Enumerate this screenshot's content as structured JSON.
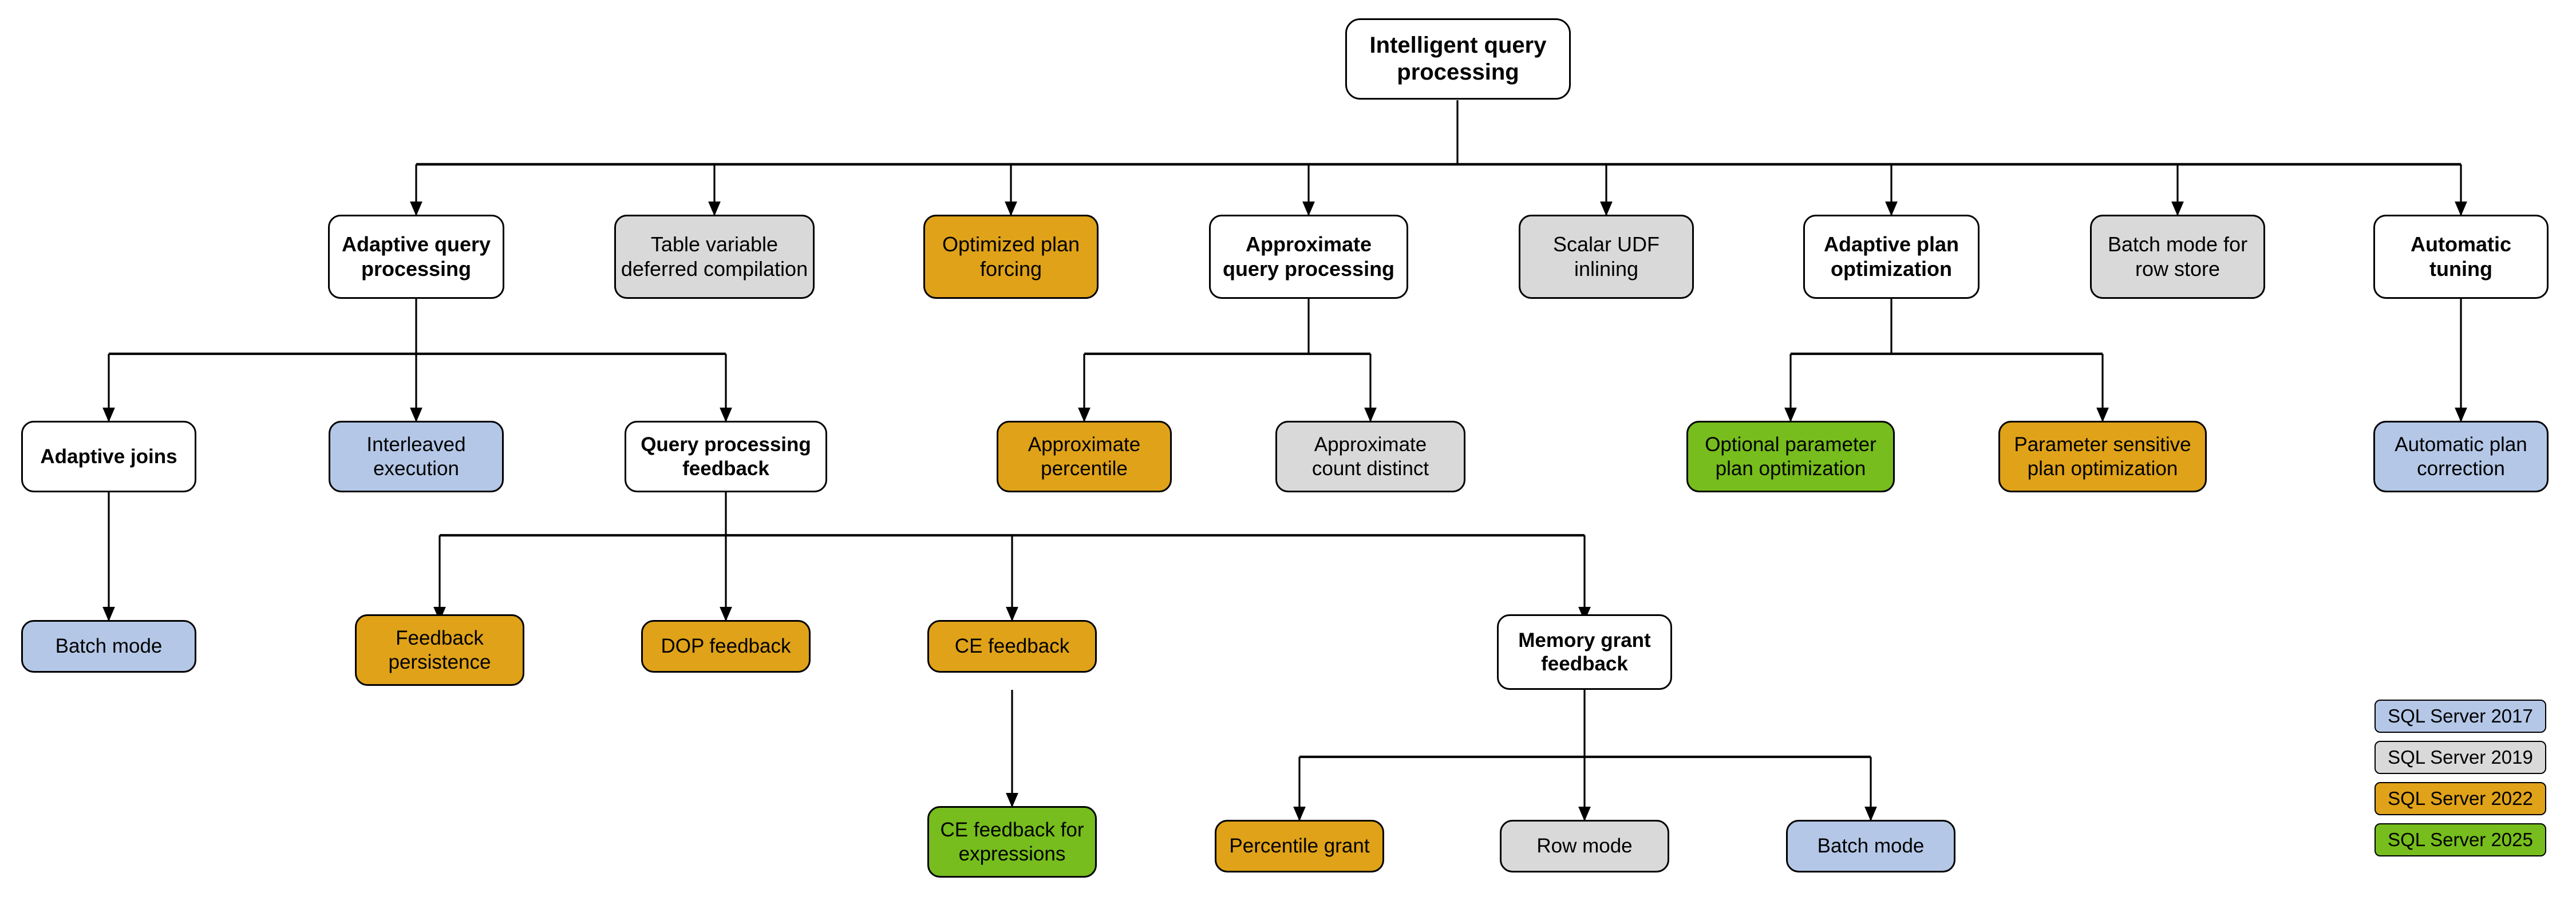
{
  "diagram": {
    "title": "Intelligent query processing",
    "type": "tree",
    "colors": {
      "sql_server_2017": "#b4c7e7",
      "sql_server_2019": "#d9d9d9",
      "sql_server_2022": "#dfa219",
      "sql_server_2025": "#76bd1d",
      "parent_node": "#ffffff",
      "border": "#000000",
      "edge": "#000000"
    }
  },
  "nodes": {
    "root": {
      "label": "Intelligent query\nprocessing",
      "fill": "white"
    },
    "level1": [
      {
        "label": "Adaptive query\nprocessing",
        "fill": "white"
      },
      {
        "label": "Table variable\ndeferred compilation",
        "fill": "gray"
      },
      {
        "label": "Optimized plan\nforcing",
        "fill": "gold"
      },
      {
        "label": "Approximate\nquery processing",
        "fill": "white"
      },
      {
        "label": "Scalar UDF\ninlining",
        "fill": "gray"
      },
      {
        "label": "Adaptive plan\noptimization",
        "fill": "white"
      },
      {
        "label": "Batch mode for\nrow store",
        "fill": "gray"
      },
      {
        "label": "Automatic\ntuning",
        "fill": "white"
      }
    ],
    "level2": [
      {
        "label": "Adaptive joins",
        "fill": "white",
        "parent": "Adaptive query processing"
      },
      {
        "label": "Interleaved\nexecution",
        "fill": "blue",
        "parent": "Adaptive query processing"
      },
      {
        "label": "Query processing\nfeedback",
        "fill": "white",
        "parent": "Adaptive query processing"
      },
      {
        "label": "Approximate\npercentile",
        "fill": "gold",
        "parent": "Approximate query processing"
      },
      {
        "label": "Approximate\ncount distinct",
        "fill": "gray",
        "parent": "Approximate query processing"
      },
      {
        "label": "Optional parameter\nplan optimization",
        "fill": "green",
        "parent": "Adaptive plan optimization"
      },
      {
        "label": "Parameter sensitive\nplan optimization",
        "fill": "gold",
        "parent": "Adaptive plan optimization"
      },
      {
        "label": "Automatic plan\ncorrection",
        "fill": "blue",
        "parent": "Automatic tuning"
      }
    ],
    "level3": [
      {
        "label": "Batch mode",
        "fill": "blue",
        "parent": "Adaptive joins"
      },
      {
        "label": "Feedback\npersistence",
        "fill": "gold",
        "parent": "Query processing feedback"
      },
      {
        "label": "DOP feedback",
        "fill": "gold",
        "parent": "Query processing feedback"
      },
      {
        "label": "CE feedback",
        "fill": "gold",
        "parent": "Query processing feedback"
      },
      {
        "label": "Memory grant\nfeedback",
        "fill": "white",
        "parent": "Query processing feedback"
      }
    ],
    "level4": [
      {
        "label": "CE feedback for\nexpressions",
        "fill": "green",
        "parent": "CE feedback"
      },
      {
        "label": "Percentile grant",
        "fill": "gold",
        "parent": "Memory grant feedback"
      },
      {
        "label": "Row mode",
        "fill": "gray",
        "parent": "Memory grant feedback"
      },
      {
        "label": "Batch mode",
        "fill": "blue",
        "parent": "Memory grant feedback"
      }
    ]
  },
  "legend": {
    "items": [
      {
        "label": "SQL Server 2017",
        "fill": "blue"
      },
      {
        "label": "SQL Server 2019",
        "fill": "gray"
      },
      {
        "label": "SQL Server 2022",
        "fill": "gold"
      },
      {
        "label": "SQL Server 2025",
        "fill": "green"
      }
    ]
  }
}
